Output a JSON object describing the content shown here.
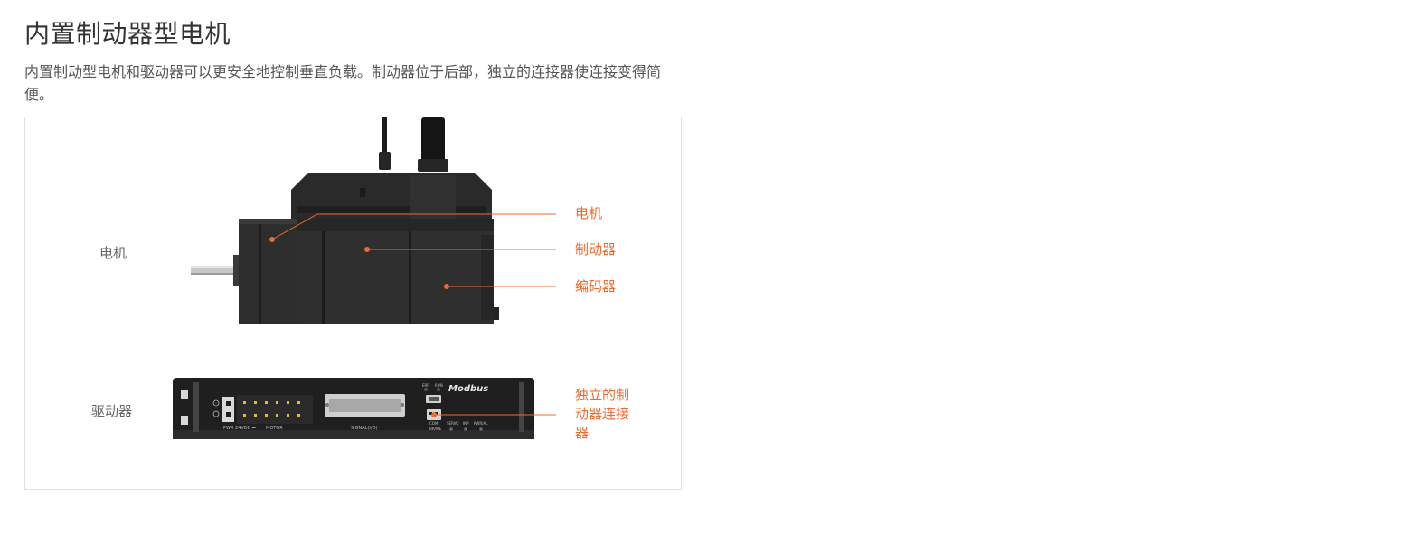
{
  "section": {
    "title": "内置制动器型电机",
    "description": "内置制动型电机和驱动器可以更安全地控制垂直负载。制动器位于后部，独立的连接器使连接变得简便。"
  },
  "figure": {
    "side_labels": {
      "motor": "电机",
      "driver": "驱动器"
    },
    "callouts": {
      "motor": "电机",
      "brake": "制动器",
      "encoder": "编码器",
      "brake_connector": "独立的制动器连接器"
    },
    "driver_panel": {
      "brand": "Modbus",
      "pwr_label": "PWR 24VDC ⎓",
      "motor_label": "MOTOR",
      "signal_label": "SIGNAL(I/O)",
      "err_label": "ERR",
      "run_label": "RUN",
      "com_label": "COM",
      "brake_label": "BRAKE",
      "servo_label": "SERVO",
      "inp_label": "INP",
      "pwrlal_label": "PWR/AL"
    },
    "colors": {
      "accent": "#ef6a2c",
      "device_body": "#2b2b2b",
      "frame_border": "#e0e0e0"
    }
  }
}
